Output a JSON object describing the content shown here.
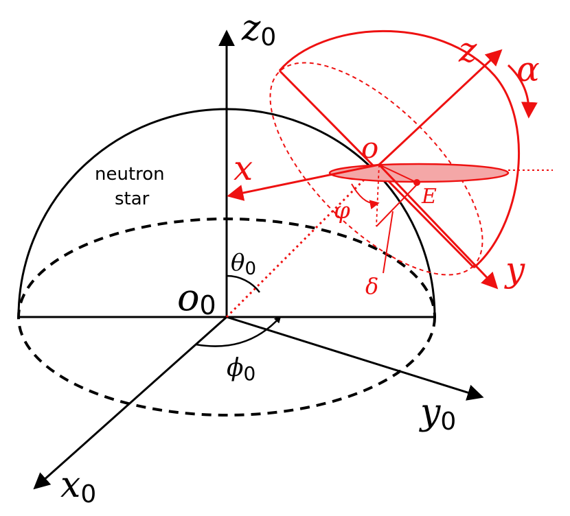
{
  "colors": {
    "black": "#000000",
    "red": "#ee1111",
    "red_fill": "#f4a7a7"
  },
  "labels": {
    "neutron_star_line1": "neutron",
    "neutron_star_line2": "star",
    "z0": "z",
    "z0_sub": "0",
    "x0": "x",
    "x0_sub": "0",
    "y0": "y",
    "y0_sub": "0",
    "o0": "o",
    "o0_sub": "0",
    "theta0": "θ",
    "theta0_sub": "0",
    "phi0": "ϕ",
    "phi0_sub": "0",
    "o": "o",
    "x": "x",
    "y": "y",
    "z": "z",
    "alpha": "α",
    "phi": "φ",
    "E": "E",
    "delta": "δ"
  }
}
